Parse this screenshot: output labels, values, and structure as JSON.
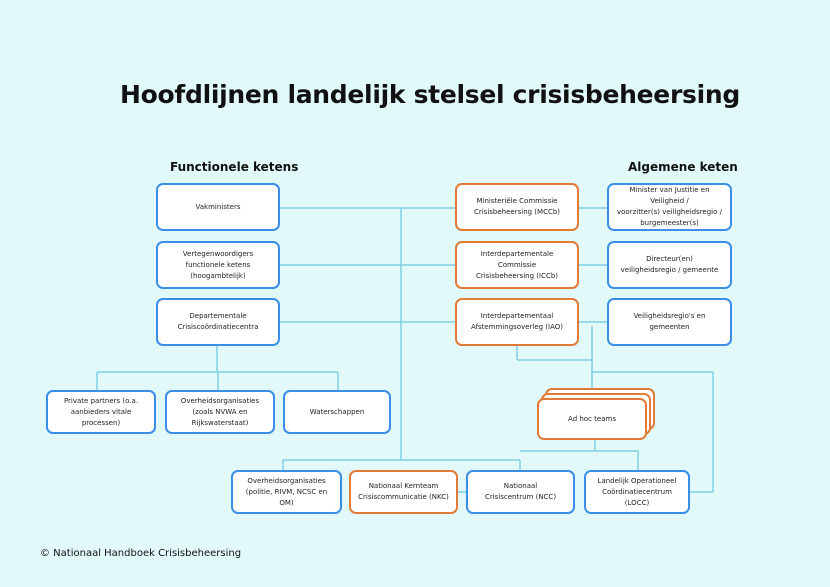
{
  "title": "Hoofdlijnen landelijk stelsel crisisbeheersing",
  "sections": {
    "left": "Functionele ketens",
    "right": "Algemene keten"
  },
  "boxes": {
    "vakministers": "Vakministers",
    "vertegenwoordigers": "Vertegenwoordigers\nfunctionele ketens\n(hoogambtelijk)",
    "dcc": "Departementale\nCrisiscoördinatiecentra",
    "private_partners": "Private partners (o.a.\naanbieders vitale processen)",
    "overheidsorg_nvwa": "Overheidsorganisaties\n(zoals NVWA en\nRijkswaterstaat)",
    "waterschappen": "Waterschappen",
    "mccb": "Ministeriële Commissie\nCrisisbeheersing (MCCb)",
    "iccb": "Interdepartementale Commissie\nCrisisbeheersing (ICCb)",
    "iao": "Interdepartementaal\nAfstemmingsoverleg (IAO)",
    "minister_jenv": "Minister van Justitie en Veiligheid /\nvoorzitter(s) veiligheidsregio /\nburgemeester(s)",
    "directeur": "Directeur(en)\nveiligheidsregio / gemeente",
    "veiligheidsregios": "Veiligheidsregio's en\ngemeenten",
    "adhoc": "Ad hoc teams",
    "overheidsorg_politie": "Overheidsorganisaties\n(politie, RIVM, NCSC en OM)",
    "nkc": "Nationaal Kernteam\nCrisiscommunicatie (NKC)",
    "ncc": "Nationaal\nCrisiscentrum (NCC)",
    "locc": "Landelijk Operationeel\nCoördinatiecentrum (LOCC)"
  },
  "footer": "© Nationaal Handboek Crisisbeheersing",
  "colors": {
    "background": "#e2f9f9",
    "blue_border": "#3a8ee6",
    "orange_border": "#e07a36",
    "connector": "#7fd0e6"
  }
}
